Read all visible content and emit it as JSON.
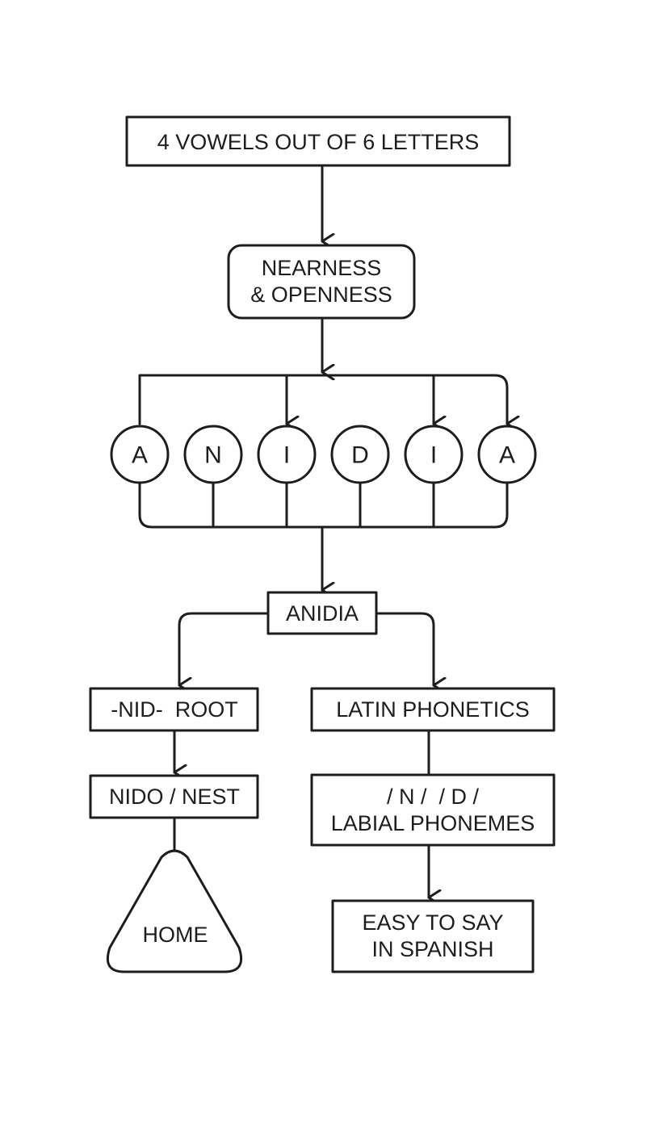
{
  "colors": {
    "stroke": "#1d1d1b",
    "background": "#ffffff"
  },
  "nodes": {
    "top": "4 VOWELS OUT OF 6 LETTERS",
    "nearness": [
      "NEARNESS",
      "& OPENNESS"
    ],
    "letters": [
      "A",
      "N",
      "I",
      "D",
      "I",
      "A"
    ],
    "anidia": "ANIDIA",
    "nid_root": "-NID-  ROOT",
    "nido_nest": "NIDO / NEST",
    "home": "HOME",
    "latin_phonetics": "LATIN PHONETICS",
    "labial": [
      "/ N /  / D /",
      "LABIAL PHONEMES"
    ],
    "easy": [
      "EASY TO SAY",
      "IN SPANISH"
    ]
  }
}
